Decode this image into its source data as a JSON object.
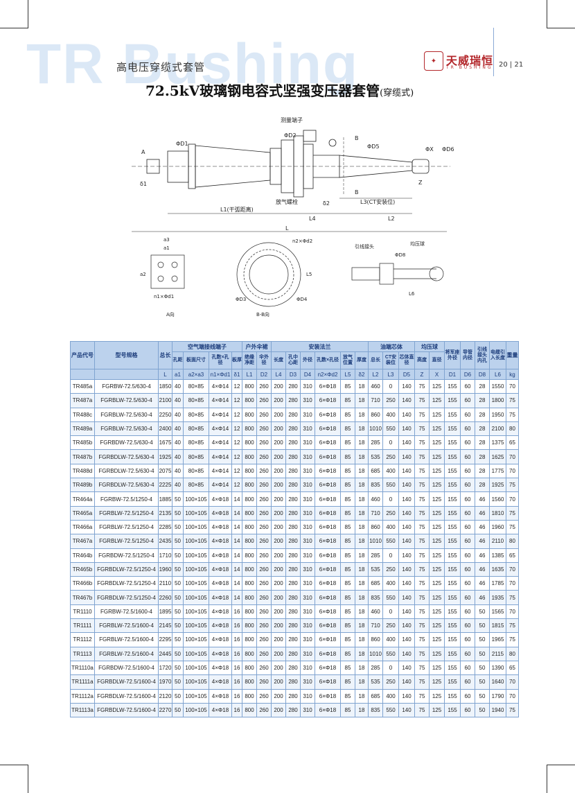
{
  "header": {
    "watermark": "TR Bushing",
    "subtitle": "高电压穿缆式套管",
    "title": "72.5kV玻璃钢电容式坚强变压器套管",
    "title_suffix": "(穿缆式)",
    "brand_name": "天威瑞恒",
    "brand_sub": "TR BUSHING",
    "page_numbers": "20 | 21"
  },
  "diagram": {
    "labels": {
      "measure_terminal": "测量端子",
      "vent_bolt": "放气螺栓",
      "d1": "ΦD1",
      "d2": "ΦD2",
      "d5": "ΦD5",
      "dx": "ΦX",
      "d6": "ΦD6",
      "a": "A",
      "b_top": "B",
      "b_bottom": "B",
      "z": "Z",
      "delta1": "δ1",
      "delta2": "δ2",
      "l1": "L1(干弧距离)",
      "l4": "L4",
      "l2": "L2",
      "l3": "L3(CT安装位)",
      "l": "L",
      "a3": "a3",
      "a1": "a1",
      "a2": "a2",
      "n1d1": "n1×Φd1",
      "n2d2": "n2×Φd2",
      "d3": "ΦD3",
      "d4": "ΦD4",
      "l5": "L5",
      "lead_joint": "引线接头",
      "equalizing_ball": "均压球",
      "d8": "ΦD8",
      "l6": "L6",
      "view_a": "A向",
      "view_bb": "B-B向"
    }
  },
  "table": {
    "groups": [
      "产品代号",
      "型号规格",
      "总长",
      "空气端接线端子",
      "户外伞裙",
      "安装法兰",
      "油端芯体",
      "均压球",
      "将军座外径",
      "导管内径",
      "引线接头内孔",
      "电缆引入长度",
      "重量"
    ],
    "sub": [
      "孔距",
      "板面尺寸",
      "孔数×孔径",
      "板厚",
      "绝缘净距",
      "伞外径",
      "长度",
      "孔中心距",
      "外径",
      "孔数×孔径",
      "放气位置",
      "厚度",
      "总长",
      "CT安装位",
      "芯体直径",
      "高度",
      "直径"
    ],
    "codes": [
      "L",
      "a1",
      "a2×a3",
      "n1×Φd1",
      "δ1",
      "L1",
      "D2",
      "L4",
      "D3",
      "D4",
      "n2×Φd2",
      "L5",
      "δ2",
      "L2",
      "L3",
      "D5",
      "Z",
      "X",
      "D1",
      "D6",
      "D8",
      "L6",
      "kg"
    ],
    "rows": [
      [
        "TR485a",
        "FGRBW-72.5/630-4",
        "1850",
        "40",
        "80×85",
        "4×Φ14",
        "12",
        "800",
        "260",
        "200",
        "280",
        "310",
        "6×Φ18",
        "85",
        "18",
        "460",
        "0",
        "140",
        "75",
        "125",
        "155",
        "60",
        "28",
        "1550",
        "70"
      ],
      [
        "TR487a",
        "FGRBLW-72.5/630-4",
        "2100",
        "40",
        "80×85",
        "4×Φ14",
        "12",
        "800",
        "260",
        "200",
        "280",
        "310",
        "6×Φ18",
        "85",
        "18",
        "710",
        "250",
        "140",
        "75",
        "125",
        "155",
        "60",
        "28",
        "1800",
        "75"
      ],
      [
        "TR488c",
        "FGRBLW-72.5/630-4",
        "2250",
        "40",
        "80×85",
        "4×Φ14",
        "12",
        "800",
        "260",
        "200",
        "280",
        "310",
        "6×Φ18",
        "85",
        "18",
        "860",
        "400",
        "140",
        "75",
        "125",
        "155",
        "60",
        "28",
        "1950",
        "75"
      ],
      [
        "TR489a",
        "FGRBLW-72.5/630-4",
        "2400",
        "40",
        "80×85",
        "4×Φ14",
        "12",
        "800",
        "260",
        "200",
        "280",
        "310",
        "6×Φ18",
        "85",
        "18",
        "1010",
        "550",
        "140",
        "75",
        "125",
        "155",
        "60",
        "28",
        "2100",
        "80"
      ],
      [
        "TR485b",
        "FGRBDW-72.5/630-4",
        "1675",
        "40",
        "80×85",
        "4×Φ14",
        "12",
        "800",
        "260",
        "200",
        "280",
        "310",
        "6×Φ18",
        "85",
        "18",
        "285",
        "0",
        "140",
        "75",
        "125",
        "155",
        "60",
        "28",
        "1375",
        "65"
      ],
      [
        "TR487b",
        "FGRBDLW-72.5/630-4",
        "1925",
        "40",
        "80×85",
        "4×Φ14",
        "12",
        "800",
        "260",
        "200",
        "280",
        "310",
        "6×Φ18",
        "85",
        "18",
        "535",
        "250",
        "140",
        "75",
        "125",
        "155",
        "60",
        "28",
        "1625",
        "70"
      ],
      [
        "TR488d",
        "FGRBDLW-72.5/630-4",
        "2075",
        "40",
        "80×85",
        "4×Φ14",
        "12",
        "800",
        "260",
        "200",
        "280",
        "310",
        "6×Φ18",
        "85",
        "18",
        "685",
        "400",
        "140",
        "75",
        "125",
        "155",
        "60",
        "28",
        "1775",
        "70"
      ],
      [
        "TR489b",
        "FGRBDLW-72.5/630-4",
        "2225",
        "40",
        "80×85",
        "4×Φ14",
        "12",
        "800",
        "260",
        "200",
        "280",
        "310",
        "6×Φ18",
        "85",
        "18",
        "835",
        "550",
        "140",
        "75",
        "125",
        "155",
        "60",
        "28",
        "1925",
        "75"
      ],
      [
        "TR464a",
        "FGRBW-72.5/1250-4",
        "1885",
        "50",
        "100×105",
        "4×Φ18",
        "14",
        "800",
        "260",
        "200",
        "280",
        "310",
        "6×Φ18",
        "85",
        "18",
        "460",
        "0",
        "140",
        "75",
        "125",
        "155",
        "60",
        "46",
        "1560",
        "70"
      ],
      [
        "TR465a",
        "FGRBLW-72.5/1250-4",
        "2135",
        "50",
        "100×105",
        "4×Φ18",
        "14",
        "800",
        "260",
        "200",
        "280",
        "310",
        "6×Φ18",
        "85",
        "18",
        "710",
        "250",
        "140",
        "75",
        "125",
        "155",
        "60",
        "46",
        "1810",
        "75"
      ],
      [
        "TR466a",
        "FGRBLW-72.5/1250-4",
        "2285",
        "50",
        "100×105",
        "4×Φ18",
        "14",
        "800",
        "260",
        "200",
        "280",
        "310",
        "6×Φ18",
        "85",
        "18",
        "860",
        "400",
        "140",
        "75",
        "125",
        "155",
        "60",
        "46",
        "1960",
        "75"
      ],
      [
        "TR467a",
        "FGRBLW-72.5/1250-4",
        "2435",
        "50",
        "100×105",
        "4×Φ18",
        "14",
        "800",
        "260",
        "200",
        "280",
        "310",
        "6×Φ18",
        "85",
        "18",
        "1010",
        "550",
        "140",
        "75",
        "125",
        "155",
        "60",
        "46",
        "2110",
        "80"
      ],
      [
        "TR464b",
        "FGRBDW-72.5/1250-4",
        "1710",
        "50",
        "100×105",
        "4×Φ18",
        "14",
        "800",
        "260",
        "200",
        "280",
        "310",
        "6×Φ18",
        "85",
        "18",
        "285",
        "0",
        "140",
        "75",
        "125",
        "155",
        "60",
        "46",
        "1385",
        "65"
      ],
      [
        "TR465b",
        "FGRBDLW-72.5/1250-4",
        "1960",
        "50",
        "100×105",
        "4×Φ18",
        "14",
        "800",
        "260",
        "200",
        "280",
        "310",
        "6×Φ18",
        "85",
        "18",
        "535",
        "250",
        "140",
        "75",
        "125",
        "155",
        "60",
        "46",
        "1635",
        "70"
      ],
      [
        "TR466b",
        "FGRBDLW-72.5/1250-4",
        "2110",
        "50",
        "100×105",
        "4×Φ18",
        "14",
        "800",
        "260",
        "200",
        "280",
        "310",
        "6×Φ18",
        "85",
        "18",
        "685",
        "400",
        "140",
        "75",
        "125",
        "155",
        "60",
        "46",
        "1785",
        "70"
      ],
      [
        "TR467b",
        "FGRBDLW-72.5/1250-4",
        "2260",
        "50",
        "100×105",
        "4×Φ18",
        "14",
        "800",
        "260",
        "200",
        "280",
        "310",
        "6×Φ18",
        "85",
        "18",
        "835",
        "550",
        "140",
        "75",
        "125",
        "155",
        "60",
        "46",
        "1935",
        "75"
      ],
      [
        "TR1110",
        "FGRBW-72.5/1600-4",
        "1895",
        "50",
        "100×105",
        "4×Φ18",
        "16",
        "800",
        "260",
        "200",
        "280",
        "310",
        "6×Φ18",
        "85",
        "18",
        "460",
        "0",
        "140",
        "75",
        "125",
        "155",
        "60",
        "50",
        "1565",
        "70"
      ],
      [
        "TR1111",
        "FGRBLW-72.5/1600-4",
        "2145",
        "50",
        "100×105",
        "4×Φ18",
        "16",
        "800",
        "260",
        "200",
        "280",
        "310",
        "6×Φ18",
        "85",
        "18",
        "710",
        "250",
        "140",
        "75",
        "125",
        "155",
        "60",
        "50",
        "1815",
        "75"
      ],
      [
        "TR1112",
        "FGRBLW-72.5/1600-4",
        "2295",
        "50",
        "100×105",
        "4×Φ18",
        "16",
        "800",
        "260",
        "200",
        "280",
        "310",
        "6×Φ18",
        "85",
        "18",
        "860",
        "400",
        "140",
        "75",
        "125",
        "155",
        "60",
        "50",
        "1965",
        "75"
      ],
      [
        "TR1113",
        "FGRBLW-72.5/1600-4",
        "2445",
        "50",
        "100×105",
        "4×Φ18",
        "16",
        "800",
        "260",
        "200",
        "280",
        "310",
        "6×Φ18",
        "85",
        "18",
        "1010",
        "550",
        "140",
        "75",
        "125",
        "155",
        "60",
        "50",
        "2115",
        "80"
      ],
      [
        "TR1110a",
        "FGRBDW-72.5/1600-4",
        "1720",
        "50",
        "100×105",
        "4×Φ18",
        "16",
        "800",
        "260",
        "200",
        "280",
        "310",
        "6×Φ18",
        "85",
        "18",
        "285",
        "0",
        "140",
        "75",
        "125",
        "155",
        "60",
        "50",
        "1390",
        "65"
      ],
      [
        "TR1111a",
        "FGRBDLW-72.5/1600-4",
        "1970",
        "50",
        "100×105",
        "4×Φ18",
        "16",
        "800",
        "260",
        "200",
        "280",
        "310",
        "6×Φ18",
        "85",
        "18",
        "535",
        "250",
        "140",
        "75",
        "125",
        "155",
        "60",
        "50",
        "1640",
        "70"
      ],
      [
        "TR1112a",
        "FGRBDLW-72.5/1600-4",
        "2120",
        "50",
        "100×105",
        "4×Φ18",
        "16",
        "800",
        "260",
        "200",
        "280",
        "310",
        "6×Φ18",
        "85",
        "18",
        "685",
        "400",
        "140",
        "75",
        "125",
        "155",
        "60",
        "50",
        "1790",
        "70"
      ],
      [
        "TR1113a",
        "FGRBDLW-72.5/1600-4",
        "2270",
        "50",
        "100×105",
        "4×Φ18",
        "16",
        "800",
        "260",
        "200",
        "280",
        "310",
        "6×Φ18",
        "85",
        "18",
        "835",
        "550",
        "140",
        "75",
        "125",
        "155",
        "60",
        "50",
        "1940",
        "75"
      ]
    ]
  }
}
